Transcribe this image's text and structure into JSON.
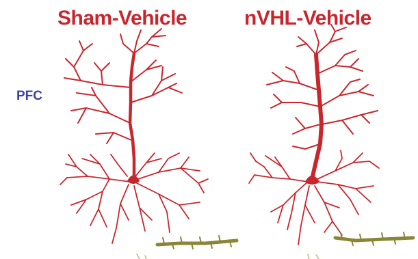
{
  "panels": {
    "left_title": "Sham-Vehicle",
    "right_title": "nVHL-Vehicle"
  },
  "row_label": "PFC",
  "colors": {
    "neuron": "#c8262d",
    "spine_segment": "#8a8636",
    "row_label": "#3b3fa6"
  }
}
